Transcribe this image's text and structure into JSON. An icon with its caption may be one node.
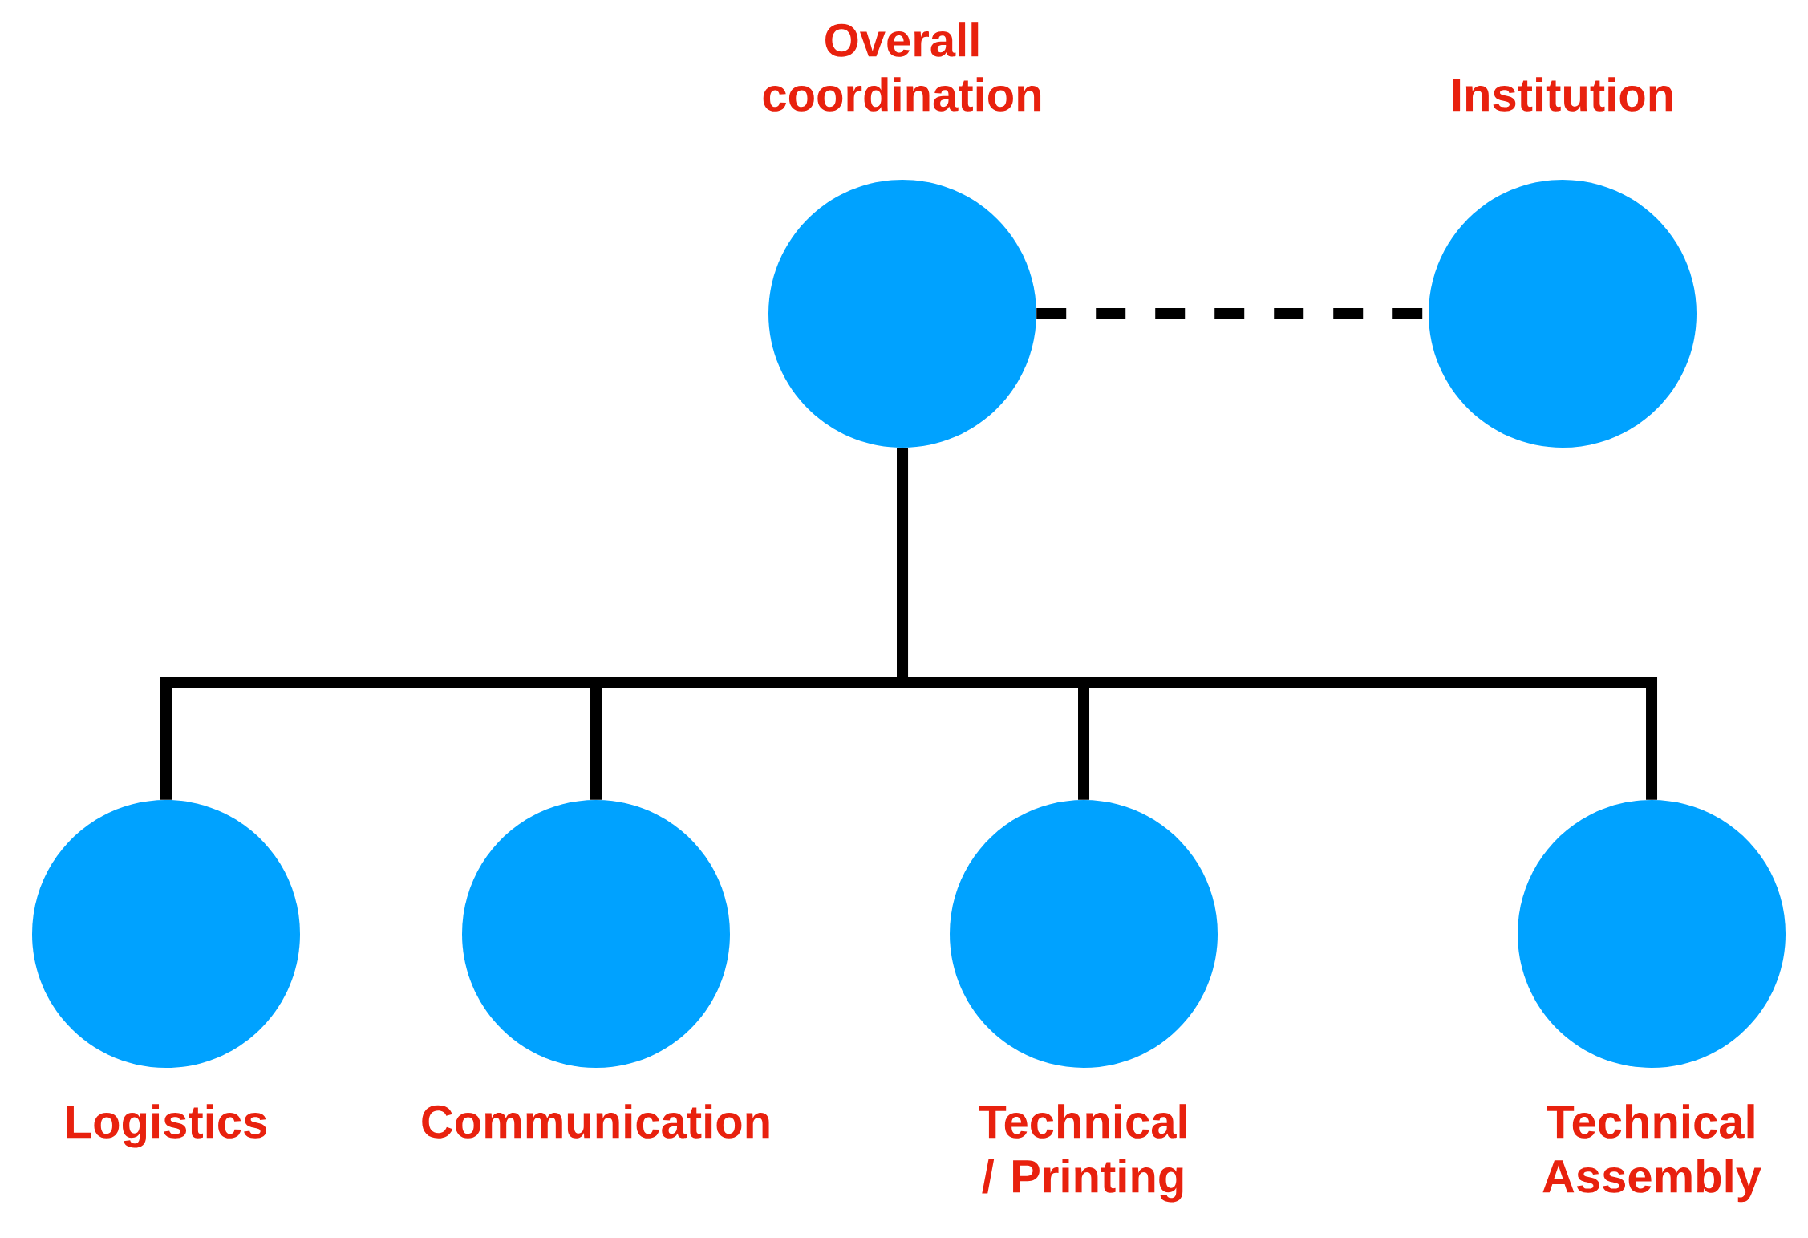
{
  "diagram": {
    "nodes": [
      {
        "text": [
          "Overall coordination"
        ]
      },
      {
        "text": [
          "Institution"
        ]
      },
      {
        "text": [
          "Logistics"
        ]
      },
      {
        "text": [
          "Communication"
        ]
      },
      {
        "text": [
          "Technical / Printing"
        ]
      },
      {
        "text": [
          "Technical Assembly"
        ]
      }
    ],
    "edges": [
      {
        "from": 0,
        "to": 1,
        "arrow": "none",
        "style": "dashed"
      },
      {
        "from": 0,
        "to": 2,
        "arrow": "none"
      },
      {
        "from": 0,
        "to": 3,
        "arrow": "none"
      },
      {
        "from": 0,
        "to": 4,
        "arrow": "none"
      },
      {
        "from": 0,
        "to": 5,
        "arrow": "none"
      }
    ]
  }
}
